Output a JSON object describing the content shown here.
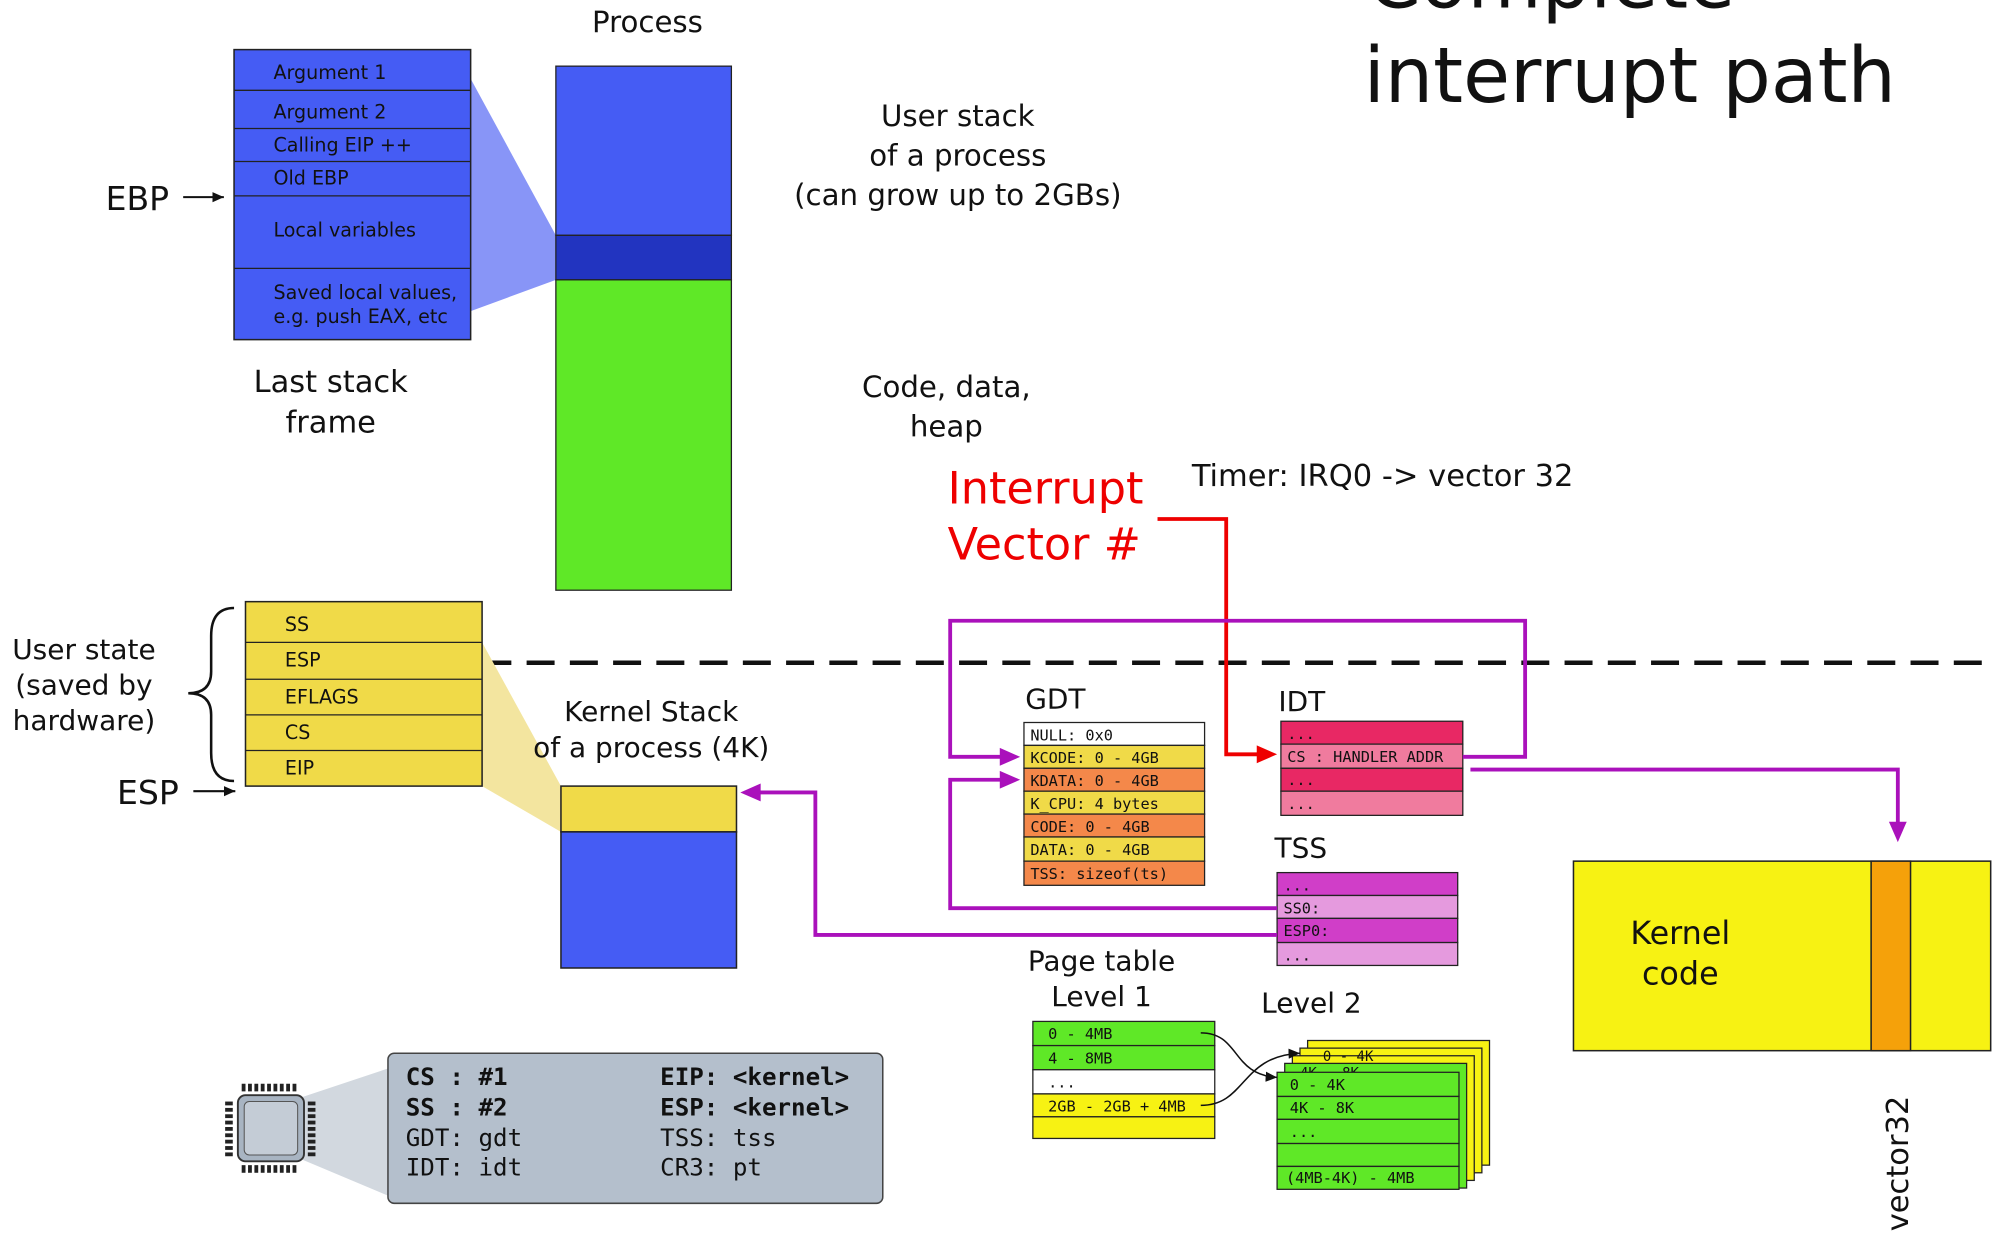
{
  "title": {
    "line1": "Complete",
    "line2": "interrupt path"
  },
  "process": {
    "label": "Process",
    "user_stack_caption": [
      "User stack",
      "of a process",
      "(can grow up to 2GBs)"
    ],
    "code_caption": [
      "Code, data,",
      "heap"
    ]
  },
  "stack_frame": {
    "rows": [
      "Argument 1",
      "Argument 2",
      "Calling EIP ++",
      "Old EBP",
      "Local variables",
      "Saved local values,",
      "e.g. push EAX, etc"
    ],
    "caption": [
      "Last stack",
      "frame"
    ],
    "ebp_label": "EBP"
  },
  "user_state": {
    "rows": [
      "SS",
      "ESP",
      "EFLAGS",
      "CS",
      "EIP"
    ],
    "caption": [
      "User state",
      "(saved by",
      "hardware)"
    ],
    "esp_label": "ESP"
  },
  "kernel_stack": {
    "caption": [
      "Kernel Stack",
      "of a process (4K)"
    ]
  },
  "interrupt": {
    "label": [
      "Interrupt",
      "Vector #"
    ],
    "timer_note": "Timer: IRQ0 -> vector 32"
  },
  "gdt": {
    "title": "GDT",
    "rows": [
      "NULL: 0x0",
      "KCODE: 0 - 4GB",
      "KDATA: 0 - 4GB",
      "K_CPU: 4 bytes",
      "CODE: 0 - 4GB",
      "DATA: 0 - 4GB",
      "TSS: sizeof(ts)"
    ]
  },
  "idt": {
    "title": "IDT",
    "rows": [
      "...",
      "CS : HANDLER ADDR",
      "...",
      "..."
    ]
  },
  "tss": {
    "title": "TSS",
    "rows": [
      "...",
      "SS0:",
      "ESP0:",
      "..."
    ]
  },
  "page_table": {
    "title": [
      "Page table",
      "Level 1"
    ],
    "level2_title": "Level 2",
    "level1_rows": [
      "0 - 4MB",
      "4 - 8MB",
      "...",
      "2GB - 2GB + 4MB"
    ],
    "level2_rows": [
      "0 - 4K",
      "4K - 8K",
      "...",
      "",
      "(4MB-4K) - 4MB"
    ],
    "level2_back_rows": [
      "0 - 4K",
      "4K - 8K"
    ]
  },
  "kernel_code": {
    "label": [
      "Kernel",
      "code"
    ],
    "vector_label": "vector32"
  },
  "cpu_registers": {
    "left": [
      {
        "text": "CS : #1",
        "bold": true
      },
      {
        "text": "SS : #2",
        "bold": true
      },
      {
        "text": "GDT: gdt",
        "bold": false
      },
      {
        "text": "IDT: idt",
        "bold": false
      }
    ],
    "right": [
      {
        "text": "EIP: <kernel>",
        "bold": true
      },
      {
        "text": "ESP: <kernel>",
        "bold": true
      },
      {
        "text": "TSS: tss",
        "bold": false
      },
      {
        "text": "CR3: pt",
        "bold": false
      }
    ]
  },
  "colors": {
    "blue": "#455cf4",
    "dark_blue": "#2234c0",
    "green": "#5fe827",
    "yellow": "#f0da48",
    "orange": "#f4884a",
    "red": "#ee0000",
    "purple": "#aa11bb",
    "idt_pink": "#e82864",
    "idt_light": "#f07b9e",
    "tss_magenta": "#d03ec8",
    "tss_light": "#e59ade",
    "kernel_yellow": "#f7f213",
    "vector_orange": "#f5a10a",
    "reg_panel": "#b4bfcc"
  }
}
